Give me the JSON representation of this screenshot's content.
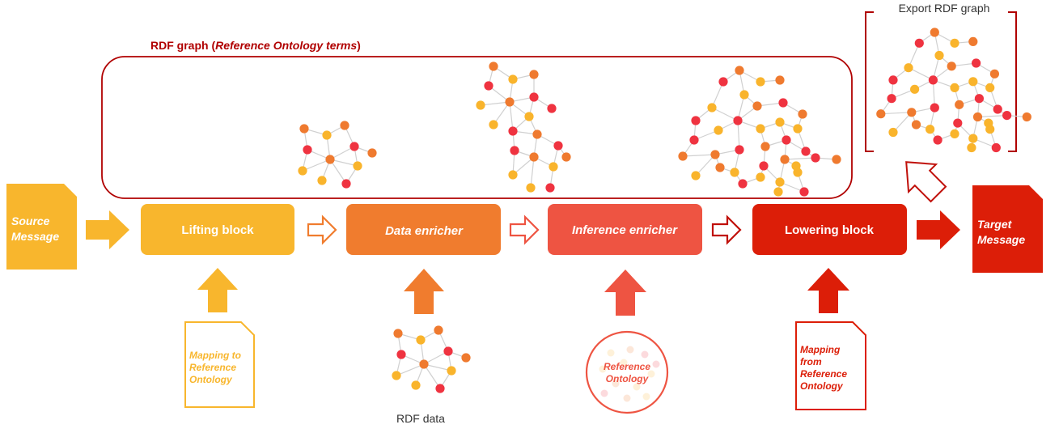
{
  "colors": {
    "yellow": "#F8B62D",
    "orange": "#F07C2E",
    "red_orange": "#EE5442",
    "red": "#DC1E08",
    "dark_red": "#B00000",
    "node_red": "#EF3340",
    "node_orange": "#EF7A2F",
    "node_yellow": "#F9B42C",
    "edge_gray": "#D0D0D0"
  },
  "labels": {
    "rdf_graph_title_prefix": "RDF graph (",
    "rdf_graph_title_italic": "Reference Ontology terms",
    "rdf_graph_title_suffix": ")",
    "export_title": "Export RDF graph",
    "source_message": [
      "Source",
      "Message"
    ],
    "target_message": [
      "Target",
      "Message"
    ],
    "lifting_block": "Lifting block",
    "data_enricher": "Data enricher",
    "inference_enricher": "Inference enricher",
    "lowering_block": "Lowering block",
    "mapping_to": [
      "Mapping to",
      "Reference",
      "Ontology"
    ],
    "rdf_data": "RDF data",
    "reference_ontology": [
      "Reference",
      "Ontology"
    ],
    "mapping_from": [
      "Mapping",
      "from",
      "Reference",
      "Ontology"
    ]
  },
  "icons": {
    "source_doc": "document-icon",
    "target_doc": "document-icon",
    "pipeline_arrows": "right-arrow-icon",
    "input_arrows": "up-arrow-icon",
    "export_arrow": "diagonal-up-arrow-icon",
    "graphs": "network-graph-icon"
  }
}
